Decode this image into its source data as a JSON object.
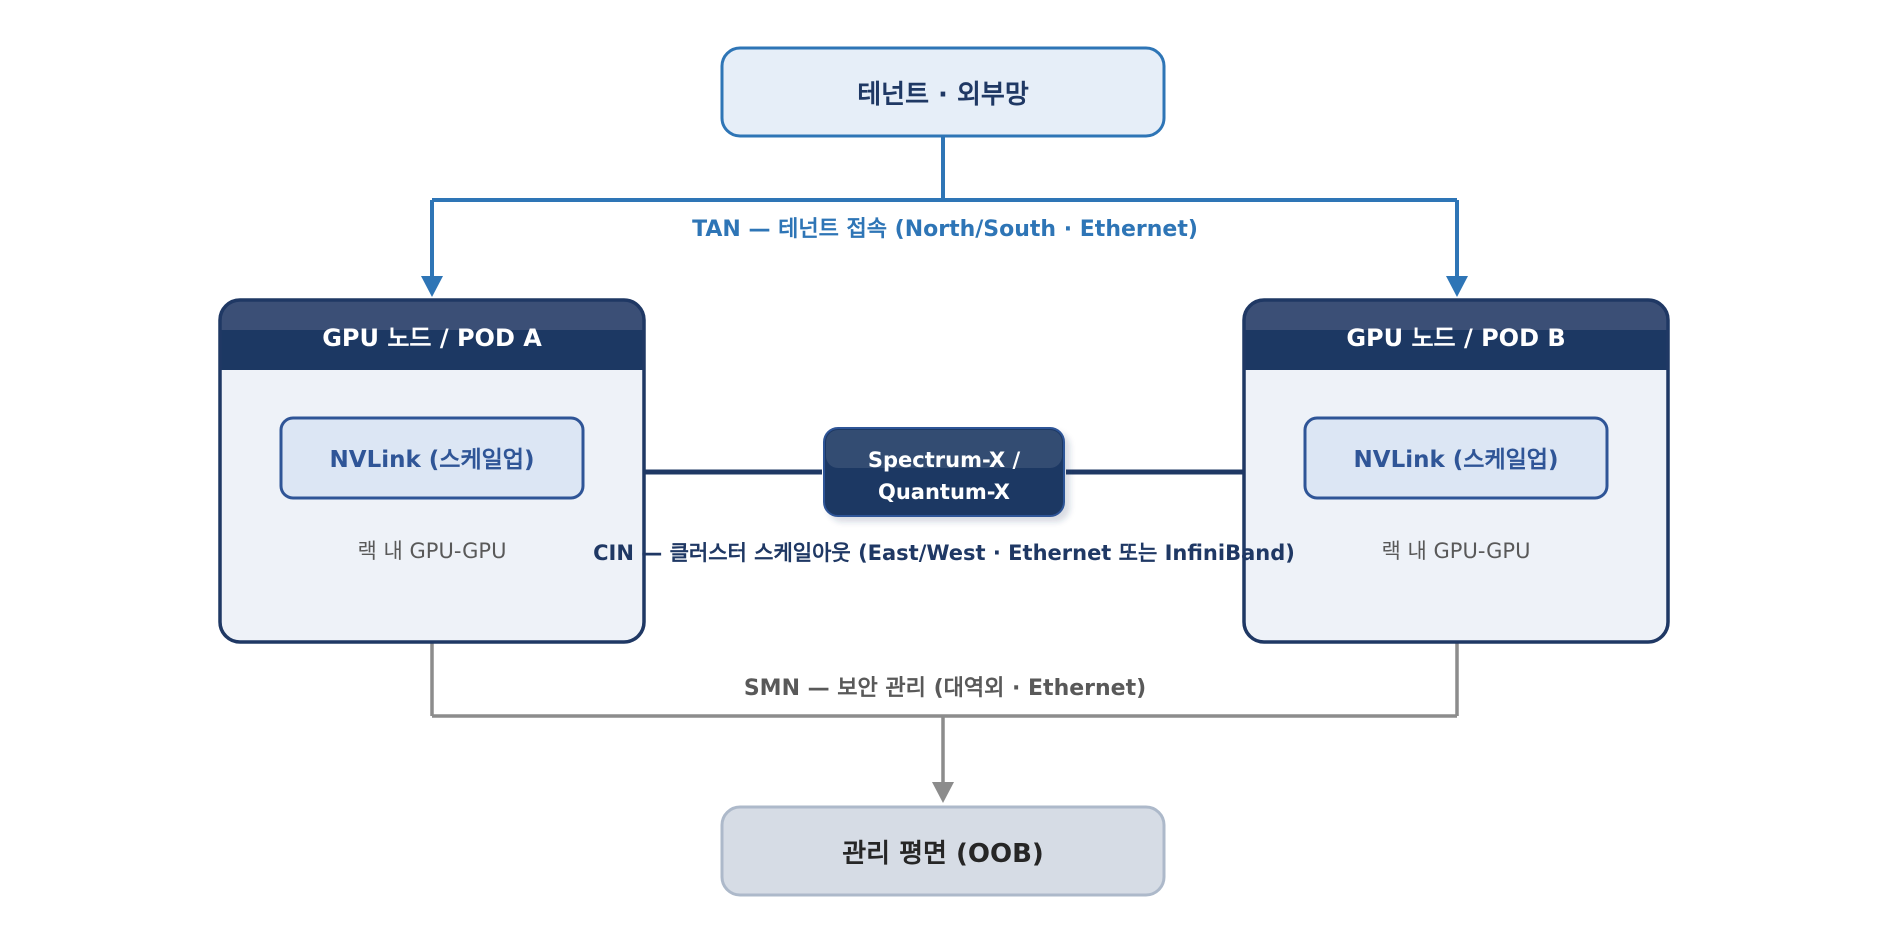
{
  "colors": {
    "tan": "#2e75b6",
    "cin": "#1f3864",
    "smn": "#8c8c8c",
    "tenant_fill": "#e6eef8",
    "pod_header": "#1f3864",
    "pod_body": "#eef2f8",
    "nvlink_fill": "#dce6f4",
    "nvlink_text": "#2f5597",
    "mgmt_fill": "#d6dce5",
    "mgmt_stroke": "#adb9ca",
    "muted_text": "#595959"
  },
  "tenant": {
    "title": "테넌트 · 외부망"
  },
  "tan_label": "TAN — 테넌트 접속 (North/South · Ethernet)",
  "pod_a": {
    "title": "GPU 노드 / POD A",
    "nvlink": "NVLink (스케일업)",
    "caption": "랙 내 GPU-GPU"
  },
  "pod_b": {
    "title": "GPU 노드 / POD B",
    "nvlink": "NVLink (스케일업)",
    "caption": "랙 내 GPU-GPU"
  },
  "switch": {
    "line1": "Spectrum-X /",
    "line2": "Quantum-X"
  },
  "cin_label": "CIN — 클러스터 스케일아웃 (East/West · Ethernet 또는 InfiniBand)",
  "smn_label": "SMN — 보안 관리 (대역외 · Ethernet)",
  "management": {
    "title": "관리 평면 (OOB)"
  }
}
